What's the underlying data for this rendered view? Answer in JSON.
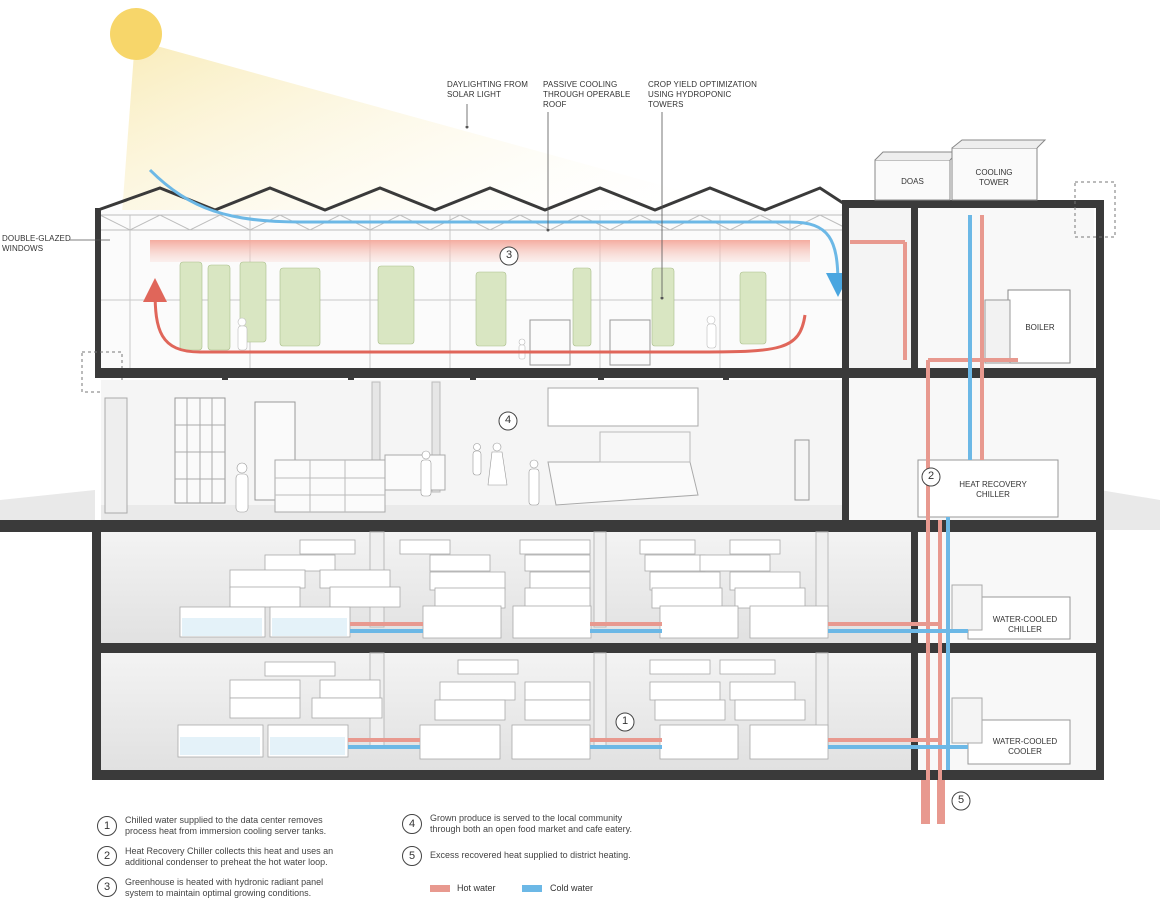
{
  "annotations": {
    "daylighting": "DAYLIGHTING FROM SOLAR LIGHT",
    "passive_cooling": "PASSIVE COOLING THROUGH OPERABLE ROOF",
    "crop_yield": "CROP YIELD OPTIMIZATION USING HYDROPONIC TOWERS",
    "double_glazed": "DOUBLE-GLAZED WINDOWS"
  },
  "equipment": {
    "doas": "DOAS",
    "cooling_tower": "COOLING TOWER",
    "boiler": "BOILER",
    "heat_recovery_chiller": "HEAT RECOVERY CHILLER",
    "water_cooled_chiller": "WATER-COOLED CHILLER",
    "water_cooled_cooler": "WATER-COOLED COOLER"
  },
  "markers": {
    "m1": "1",
    "m2": "2",
    "m3": "3",
    "m4": "4",
    "m5": "5"
  },
  "legend": [
    {
      "num": "1",
      "text": "Chilled water supplied to the data center removes process heat from immersion cooling server tanks."
    },
    {
      "num": "2",
      "text": "Heat Recovery Chiller collects this heat and uses an additional condenser to preheat the hot water loop."
    },
    {
      "num": "3",
      "text": "Greenhouse is heated with hydronic radiant panel system to maintain optimal growing conditions."
    },
    {
      "num": "4",
      "text": "Grown produce is served to the local community through both an open food market and cafe eatery."
    },
    {
      "num": "5",
      "text": "Excess recovered heat supplied to district heating."
    }
  ],
  "key": {
    "hot_label": "Hot water",
    "cold_label": "Cold water"
  },
  "colors": {
    "hot": "#e8998f",
    "cold": "#6cb8e6",
    "sun": "#f7d66a",
    "structure": "#3a3a3a"
  }
}
